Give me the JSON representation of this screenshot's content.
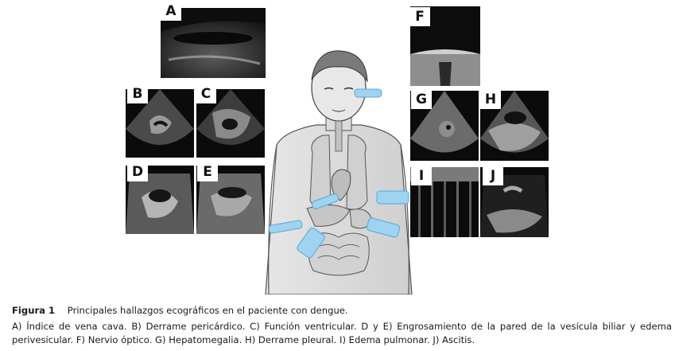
{
  "panels": [
    {
      "id": "A",
      "name": "panel-a-vena-cava"
    },
    {
      "id": "B",
      "name": "panel-b-pericardial-effusion"
    },
    {
      "id": "C",
      "name": "panel-c-ventricular-function"
    },
    {
      "id": "D",
      "name": "panel-d-gallbladder-wall"
    },
    {
      "id": "E",
      "name": "panel-e-gallbladder-wall"
    },
    {
      "id": "F",
      "name": "panel-f-optic-nerve"
    },
    {
      "id": "G",
      "name": "panel-g-hepatomegaly"
    },
    {
      "id": "H",
      "name": "panel-h-pleural-effusion"
    },
    {
      "id": "I",
      "name": "panel-i-pulmonary-edema"
    },
    {
      "id": "J",
      "name": "panel-j-ascites"
    }
  ],
  "caption": {
    "figure_label": "Figura 1",
    "title": "Principales hallazgos ecográficos en el paciente con dengue.",
    "description": "A) Índice de vena cava. B) Derrame pericárdico. C) Función ventricular. D y E) Engrosamiento de la pared de la vesícula biliar y edema perivesicular. F) Nervio óptico. G) Hepatomegalia. H) Derrame pleural. I) Edema pulmonar. J) Ascitis."
  },
  "colors": {
    "probe": "#9fd3ef",
    "probe_dark": "#5aa8d6",
    "organ": "#d8d8d8",
    "ink": "#333333"
  }
}
